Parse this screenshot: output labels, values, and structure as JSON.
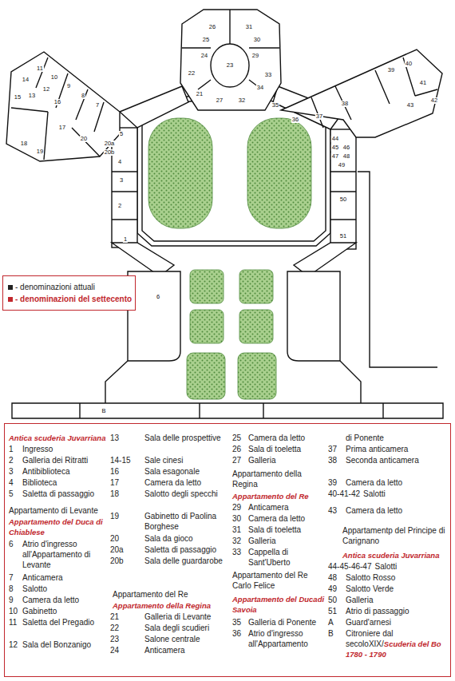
{
  "diagram": {
    "nodes": [
      {
        "text": [
          "Antica scuderia Juvarriana",
          "1",
          "Ingresso",
          "2",
          "Galleria dei Ritratti",
          "3",
          "Antibiblioteca",
          "4",
          "Biblioteca",
          "5",
          "Saletta di passaggio",
          "Appartamento di Levante",
          "Appartamento del Duca di Chiablese",
          "6",
          "Atrio d'ingresso all'Appartamento di Levante",
          "7",
          "Anticamera",
          "8",
          "Salotto",
          "9",
          "Camera da letto",
          "10",
          "Gabinetto",
          "11",
          "Saletta del Pregadio",
          "12",
          "Sala del Bonzanigo",
          "13",
          "Sala delle prospettive",
          "14-15",
          "Sale cinesi",
          "16",
          "Sala esagonale",
          "17",
          "Camera da letto",
          "18",
          "Salotto degli specchi",
          "19",
          "Gabinetto di Paolina Borghese",
          "20",
          "Sala da gioco",
          "20a",
          "Saletta di passaggio",
          "20b",
          "Sala delle guardarobe",
          "Appartamento del Re",
          "Appartamento della Regina",
          "21",
          "Galleria di Levante",
          "22",
          "Sala degli scudieri",
          "23",
          "Salone centrale",
          "24",
          "Anticamera",
          "25",
          "Camera da letto",
          "26",
          "Sala di toeletta",
          "27",
          "Galleria",
          "Appartamento della Regina",
          "Appartamento del Re",
          "29",
          "Anticamera",
          "30",
          "Camera da letto",
          "31",
          "Sala di toeletta",
          "32",
          "Galleria",
          "33",
          "Cappella di Sant'Uberto",
          "Appartamento del Re Carlo Felice",
          "Appartamento del Ducadi Savoia",
          "35",
          "Galleria di Ponente",
          "36",
          "Atrio d'ingresso all'Appartamento",
          "di Ponente",
          "37",
          "Prima anticamera",
          "38",
          "Seconda anticamera",
          "39",
          "Camera da letto",
          "40-41-42",
          "Salotti",
          "43",
          "Camera da letto",
          "Appartamentp del Principe di Carignano",
          "Antica scuderia Juvarriana",
          "44-45-46-47",
          "Salotti",
          "48",
          "Salotto Rosso",
          "49",
          "Salotto Verde",
          "50",
          "Galleria",
          "51",
          "Atrio di passaggio",
          "A",
          "Guard'arnesi",
          "B",
          "Citroniere dal secoloXIX/",
          "Scuderia del Bo 1780 - 1790"
        ]
      }
    ],
    "labels": [
      "1",
      "2",
      "3",
      "4",
      "5",
      "6",
      "7",
      "8",
      "9",
      "10",
      "11",
      "12",
      "13",
      "14",
      "15",
      "16",
      "17",
      "18",
      "19",
      "20",
      "21",
      "22",
      "23",
      "24",
      "25",
      "26",
      "27",
      "29",
      "30",
      "31",
      "32",
      "33",
      "34",
      "35",
      "36",
      "37",
      "38",
      "39",
      "40",
      "41",
      "42",
      "43",
      "44",
      "45",
      "46",
      "47",
      "48",
      "49",
      "50",
      "51",
      "20a",
      "20b",
      "B"
    ],
    "legend": [
      {
        "text": "- denominazioni attuali",
        "color": "#222222"
      },
      {
        "text": "- denominazioni del settecento",
        "color": "#c1272d"
      }
    ]
  }
}
